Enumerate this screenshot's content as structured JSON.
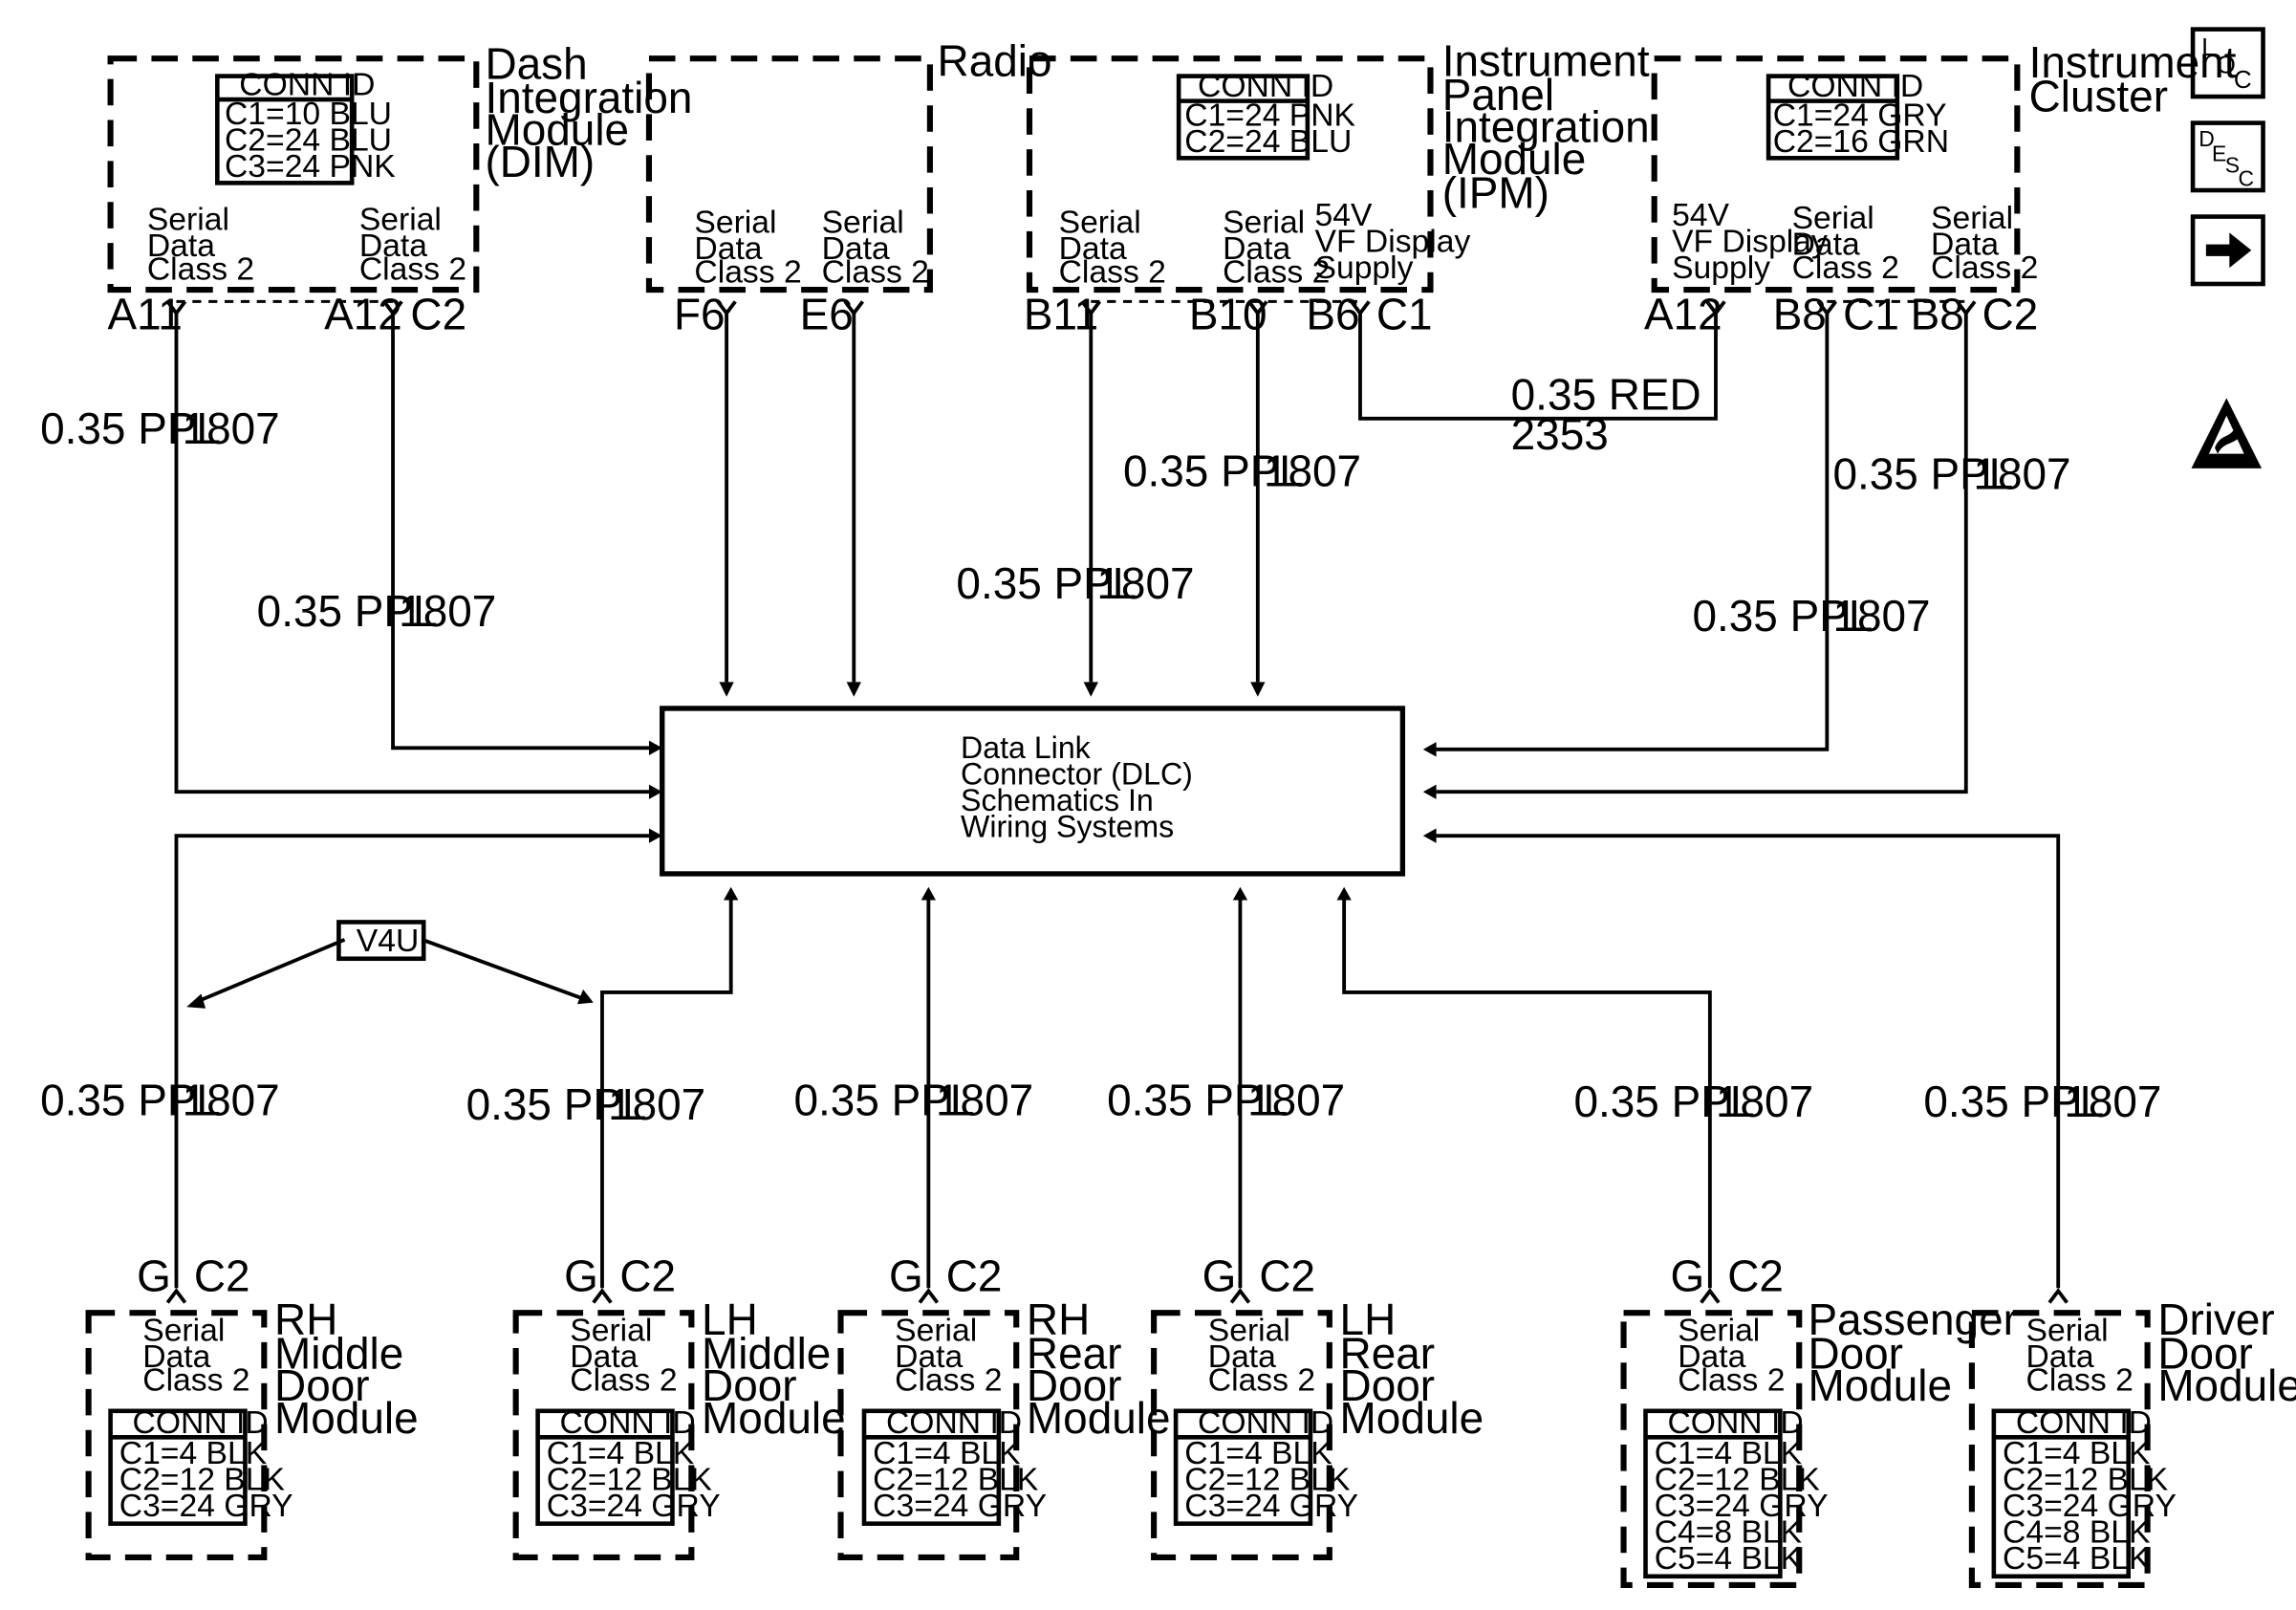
{
  "modules": {
    "dim": {
      "name": [
        "Dash",
        "Integration",
        "Module",
        "(DIM)"
      ],
      "conn_title": "CONN ID",
      "conn": [
        "C1=10 BLU",
        "C2=24 BLU",
        "C3=24 PNK"
      ],
      "sd1": [
        "Serial",
        "Data",
        "Class 2"
      ],
      "sd2": [
        "Serial",
        "Data",
        "Class 2"
      ],
      "pins": [
        "A11",
        "A12",
        "C2"
      ]
    },
    "radio": {
      "name": [
        "Radio"
      ],
      "sd1": [
        "Serial",
        "Data",
        "Class 2"
      ],
      "sd2": [
        "Serial",
        "Data",
        "Class 2"
      ],
      "pins": [
        "F6",
        "E6"
      ]
    },
    "ipm": {
      "name": [
        "Instrument",
        "Panel",
        "Integration",
        "Module",
        "(IPM)"
      ],
      "conn_title": "CONN ID",
      "conn": [
        "C1=24 PNK",
        "C2=24 BLU"
      ],
      "sd1": [
        "Serial",
        "Data",
        "Class 2"
      ],
      "sd2": [
        "Serial",
        "Data",
        "Class 2"
      ],
      "supply": [
        "54V",
        "VF Display",
        "Supply"
      ],
      "pins": [
        "B11",
        "B10",
        "B6",
        "C1"
      ]
    },
    "cluster": {
      "name": [
        "Instrument",
        "Cluster"
      ],
      "conn_title": "CONN ID",
      "conn": [
        "C1=24 GRY",
        "C2=16 GRN"
      ],
      "supply": [
        "54V",
        "VF Display",
        "Supply"
      ],
      "sd1": [
        "Serial",
        "Data",
        "Class 2"
      ],
      "sd2": [
        "Serial",
        "Data",
        "Class 2"
      ],
      "pins": [
        "A12",
        "B8",
        "C1",
        "B8",
        "C2"
      ]
    }
  },
  "doors": [
    {
      "name": [
        "RH",
        "Middle",
        "Door",
        "Module"
      ],
      "sd": [
        "Serial",
        "Data",
        "Class 2"
      ],
      "conn_title": "CONN ID",
      "conn": [
        "C1=4 BLK",
        "C2=12 BLK",
        "C3=24 GRY"
      ],
      "pin": [
        "G",
        "C2"
      ]
    },
    {
      "name": [
        "LH",
        "Middle",
        "Door",
        "Module"
      ],
      "sd": [
        "Serial",
        "Data",
        "Class 2"
      ],
      "conn_title": "CONN ID",
      "conn": [
        "C1=4 BLK",
        "C2=12 BLK",
        "C3=24 GRY"
      ],
      "pin": [
        "G",
        "C2"
      ]
    },
    {
      "name": [
        "RH",
        "Rear",
        "Door",
        "Module"
      ],
      "sd": [
        "Serial",
        "Data",
        "Class 2"
      ],
      "conn_title": "CONN ID",
      "conn": [
        "C1=4 BLK",
        "C2=12 BLK",
        "C3=24 GRY"
      ],
      "pin": [
        "G",
        "C2"
      ]
    },
    {
      "name": [
        "LH",
        "Rear",
        "Door",
        "Module"
      ],
      "sd": [
        "Serial",
        "Data",
        "Class 2"
      ],
      "conn_title": "CONN ID",
      "conn": [
        "C1=4 BLK",
        "C2=12 BLK",
        "C3=24 GRY"
      ],
      "pin": [
        "G",
        "C2"
      ]
    },
    {
      "name": [
        "Passenger",
        "Door",
        "Module"
      ],
      "sd": [
        "Serial",
        "Data",
        "Class 2"
      ],
      "conn_title": "CONN ID",
      "conn": [
        "C1=4 BLK",
        "C2=12 BLK",
        "C3=24 GRY",
        "C4=8 BLK",
        "C5=4 BLK"
      ],
      "pin": [
        "G",
        "C2"
      ]
    },
    {
      "name": [
        "Driver",
        "Door",
        "Module"
      ],
      "sd": [
        "Serial",
        "Data",
        "Class 2"
      ],
      "conn_title": "CONN ID",
      "conn": [
        "C1=4 BLK",
        "C2=12 BLK",
        "C3=24 GRY",
        "C4=8 BLK",
        "C5=4 BLK"
      ],
      "pin": [
        "",
        ""
      ]
    }
  ],
  "wire": {
    "color": "0.35 PPL",
    "circuit": "1807"
  },
  "red_wire": {
    "color": "0.35 RED",
    "circuit": "2353"
  },
  "dlc": [
    "Data Link",
    "Connector (DLC)",
    "Schematics In",
    "Wiring Systems"
  ],
  "option": "V4U",
  "icons": {
    "loc": [
      "L",
      "O",
      "C"
    ],
    "desc": [
      "D",
      "E",
      "S",
      "C"
    ]
  }
}
